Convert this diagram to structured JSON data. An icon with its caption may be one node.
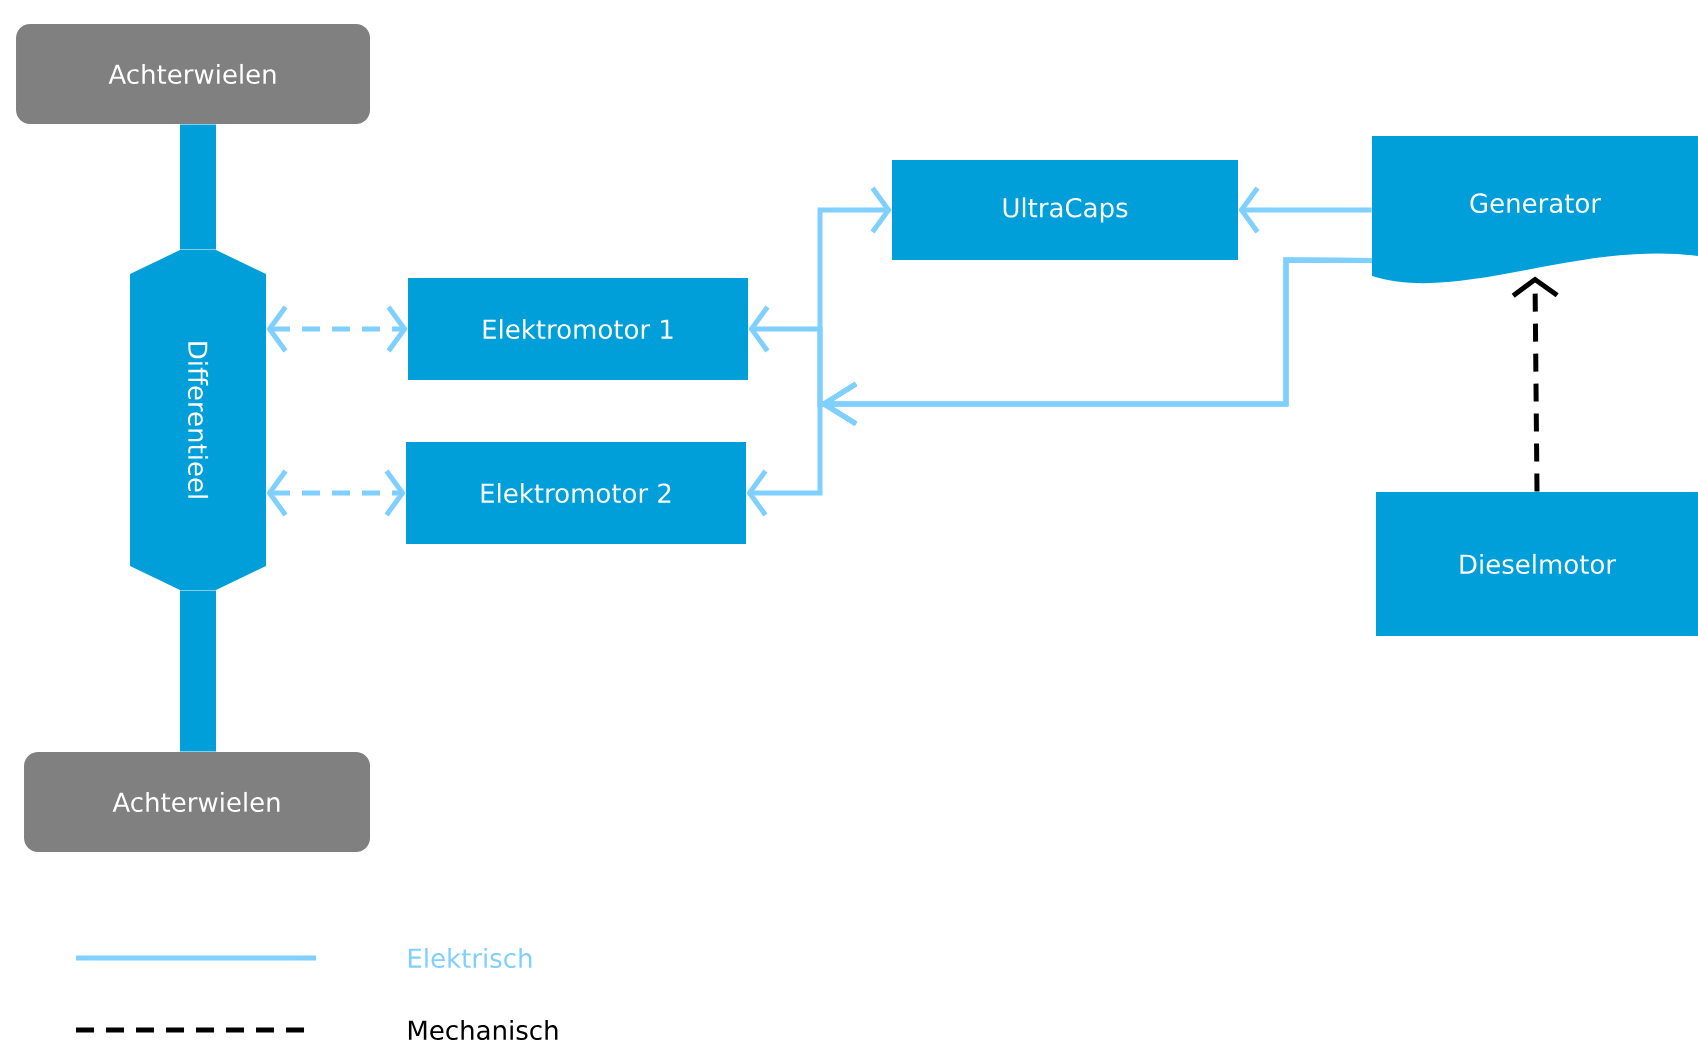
{
  "diagram": {
    "nodes": [
      {
        "text": [
          "Achterwielen"
        ]
      },
      {
        "text": [
          "Differentieel"
        ]
      },
      {
        "text": [
          "Achterwielen"
        ]
      },
      {
        "text": [
          "Elektromotor 1"
        ]
      },
      {
        "text": [
          "Elektromotor 2"
        ]
      },
      {
        "text": [
          "UltraCaps"
        ]
      },
      {
        "text": [
          "Generator"
        ]
      },
      {
        "text": [
          "Dieselmotor"
        ]
      }
    ],
    "edges": [
      {
        "from": 0,
        "to": 1,
        "arrow": "none",
        "style": "thick",
        "color": "#009fda"
      },
      {
        "from": 1,
        "to": 2,
        "arrow": "none",
        "style": "thick",
        "color": "#009fda"
      },
      {
        "from": 1,
        "to": 3,
        "arrow": "both",
        "style": "dashed"
      },
      {
        "from": 1,
        "to": 4,
        "arrow": "both",
        "style": "dashed"
      },
      {
        "from": 6,
        "to": 5,
        "arrow": "to"
      },
      {
        "from": 6,
        "to": 3,
        "arrow": "to"
      },
      {
        "from": 6,
        "to": 4,
        "arrow": "to"
      },
      {
        "from": 6,
        "to": 5,
        "arrow": "to"
      },
      {
        "from": 7,
        "to": 6,
        "arrow": "to",
        "style": "dashed",
        "color": "#000000"
      }
    ],
    "legend": [
      {
        "text": "Elektrisch"
      },
      {
        "text": "Mechanisch"
      }
    ]
  }
}
